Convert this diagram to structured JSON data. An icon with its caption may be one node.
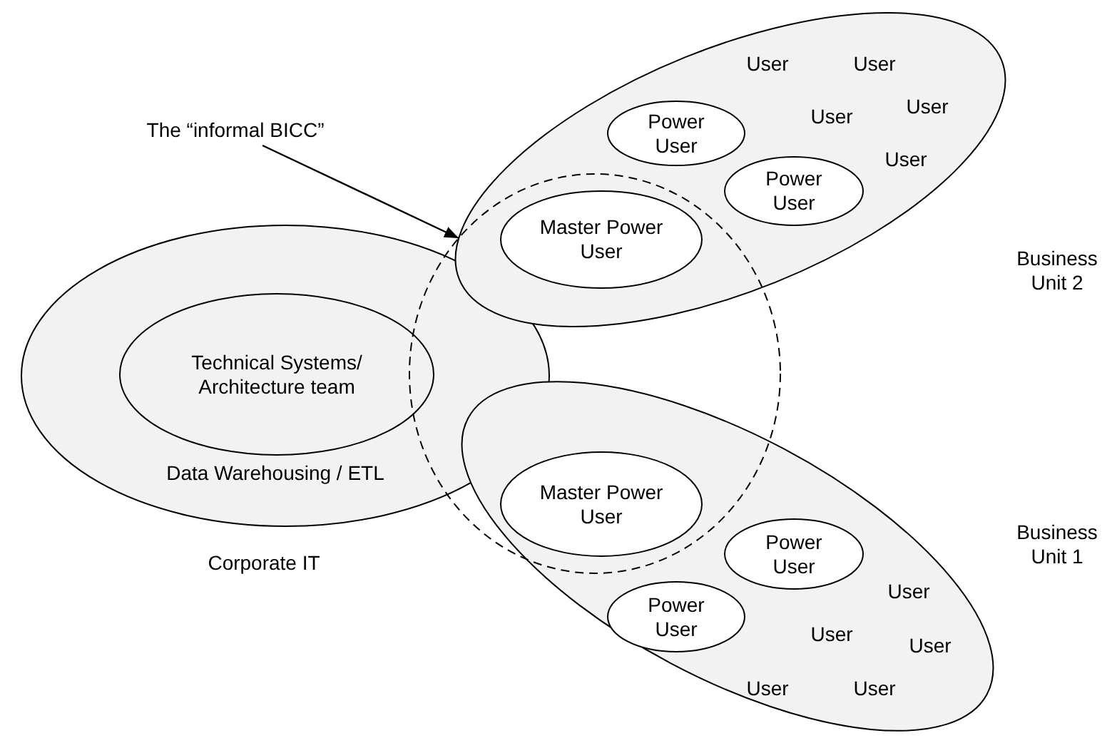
{
  "diagram": {
    "nodes": [
      {
        "text": [
          "The “informal BICC”"
        ]
      },
      {
        "text": [
          "User",
          "User",
          "User",
          "User",
          "User"
        ],
        "beside": [
          "Business Unit 2"
        ]
      },
      {
        "text": [
          "Power User"
        ],
        "in": 1
      },
      {
        "text": [
          "Power User"
        ],
        "in": 1
      },
      {
        "text": [
          "Master Power User"
        ]
      },
      {
        "text": [],
        "shape": "circle"
      },
      {
        "text": [
          "Data Warehousing / ETL"
        ],
        "beside": [
          "Corporate IT"
        ]
      },
      {
        "text": [
          "Technical Systems/ Architecture team"
        ],
        "in": 6
      },
      {
        "text": [
          "Master Power User"
        ]
      },
      {
        "text": [
          "User",
          "User",
          "User",
          "User",
          "User"
        ],
        "beside": [
          "Business Unit 1"
        ]
      },
      {
        "text": [
          "Power User"
        ],
        "in": 9
      },
      {
        "text": [
          "Power User"
        ],
        "in": 9
      }
    ],
    "edges": [
      {
        "from": 0,
        "to": 5,
        "arrow": "to"
      }
    ]
  }
}
